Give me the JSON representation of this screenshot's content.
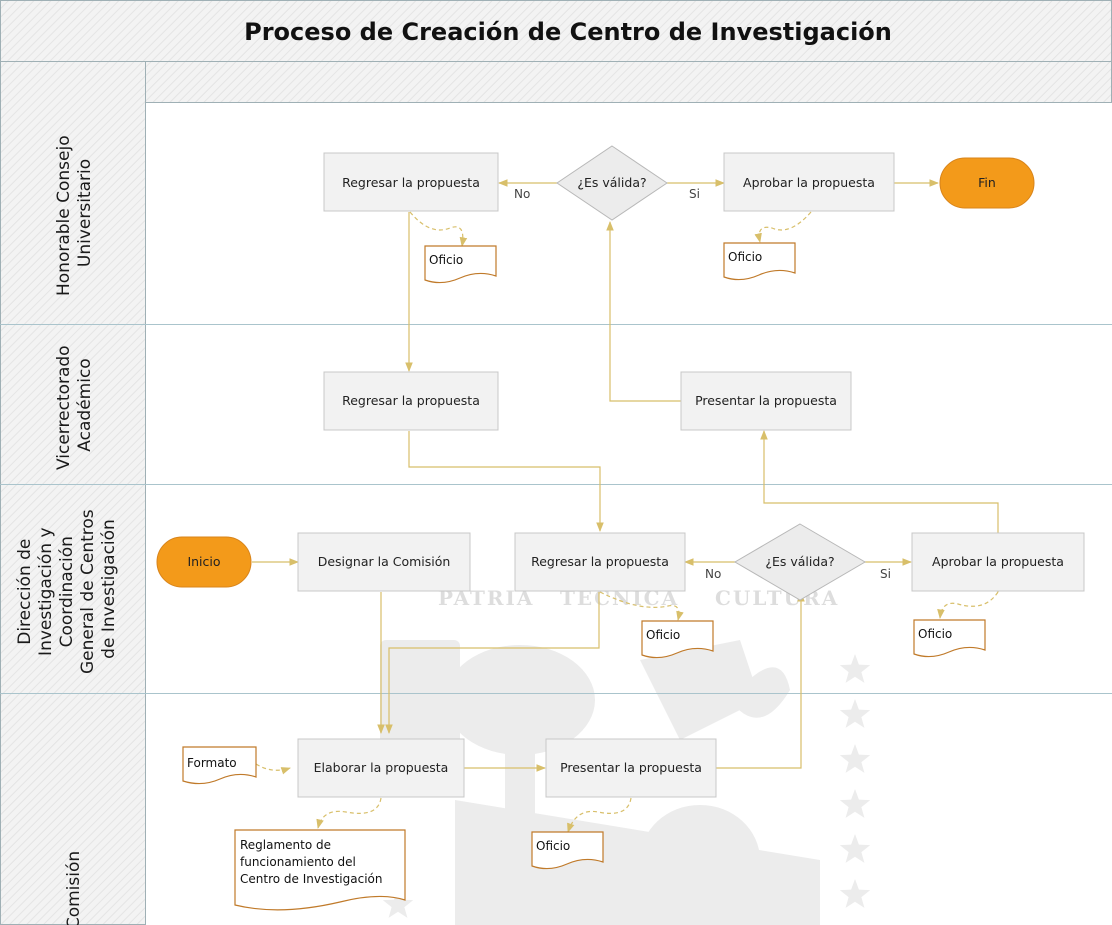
{
  "title": "Proceso de Creación de Centro de Investigación",
  "lanes": [
    {
      "id": "hcu",
      "label_lines": [
        "Honorable Consejo",
        "Universitario"
      ]
    },
    {
      "id": "vra",
      "label_lines": [
        "Vicerrectorado",
        "Académico"
      ]
    },
    {
      "id": "dir",
      "label_lines": [
        "Dirección de",
        "Investigación y",
        "Coordinación",
        "General de Centros",
        "de Investigación"
      ]
    },
    {
      "id": "com",
      "label_lines": [
        "Comisión"
      ]
    }
  ],
  "nodes": [
    {
      "id": "hcu_regresar",
      "type": "process",
      "label": "Regresar la propuesta"
    },
    {
      "id": "hcu_valida",
      "type": "decision",
      "label": "¿Es válida?"
    },
    {
      "id": "hcu_aprobar",
      "type": "process",
      "label": "Aprobar la propuesta"
    },
    {
      "id": "fin",
      "type": "terminal",
      "label": "Fin"
    },
    {
      "id": "hcu_oficio1",
      "type": "document",
      "label": "Oficio"
    },
    {
      "id": "hcu_oficio2",
      "type": "document",
      "label": "Oficio"
    },
    {
      "id": "vra_regresar",
      "type": "process",
      "label": "Regresar la propuesta"
    },
    {
      "id": "vra_presentar",
      "type": "process",
      "label": "Presentar la propuesta"
    },
    {
      "id": "inicio",
      "type": "terminal",
      "label": "Inicio"
    },
    {
      "id": "dir_designar",
      "type": "process",
      "label": "Designar la Comisión"
    },
    {
      "id": "dir_regresar",
      "type": "process",
      "label": "Regresar la propuesta"
    },
    {
      "id": "dir_valida",
      "type": "decision",
      "label": "¿Es válida?"
    },
    {
      "id": "dir_aprobar",
      "type": "process",
      "label": "Aprobar la propuesta"
    },
    {
      "id": "dir_oficio1",
      "type": "document",
      "label": "Oficio"
    },
    {
      "id": "dir_oficio2",
      "type": "document",
      "label": "Oficio"
    },
    {
      "id": "formato",
      "type": "document",
      "label": "Formato"
    },
    {
      "id": "com_elaborar",
      "type": "process",
      "label": "Elaborar la propuesta"
    },
    {
      "id": "com_presentar",
      "type": "process",
      "label": "Presentar la propuesta"
    },
    {
      "id": "reglamento",
      "type": "document",
      "label_lines": [
        "Reglamento de",
        "funcionamiento del",
        "Centro de Investigación"
      ]
    },
    {
      "id": "com_oficio",
      "type": "document",
      "label": "Oficio"
    }
  ],
  "edge_labels": {
    "no": "No",
    "si": "Si"
  },
  "watermark": [
    "PATRIA",
    "TECNICA",
    "CULTURA"
  ],
  "colors": {
    "flow_line": "#d8bf6a",
    "terminal": "#f39a1a",
    "process_fill": "#f2f2f2",
    "document_border": "#c07a2a",
    "lane_border": "#aac4cc"
  }
}
